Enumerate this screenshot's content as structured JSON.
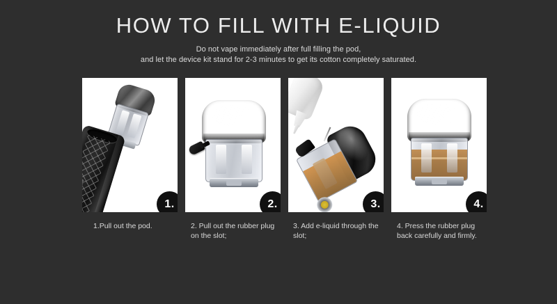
{
  "header": {
    "title": "HOW TO FILL WITH E-LIQUID",
    "subtitle_line1": "Do not vape immediately after full filling the pod,",
    "subtitle_line2": "and let the device kit stand for 2-3 minutes to get its cotton completely saturated."
  },
  "colors": {
    "background": "#2e2e2e",
    "panel_background": "#ffffff",
    "title_text": "#ededed",
    "caption_text": "#d9d9d9",
    "badge_background": "#111111",
    "badge_text": "#ffffff",
    "eliquid_amber": "#a5763f"
  },
  "steps": [
    {
      "badge": "1.",
      "caption": "1.Pull out the pod.",
      "illustration": "device-with-pod-separating"
    },
    {
      "badge": "2.",
      "caption_line1": "2. Pull out the rubber plug",
      "caption_line2": "on the slot;",
      "illustration": "pod-with-rubber-plug-removed"
    },
    {
      "badge": "3.",
      "caption_line1": "3.  Add e-liquid through the",
      "caption_line2": "slot;",
      "illustration": "dropper-bottle-filling-pod"
    },
    {
      "badge": "4.",
      "caption_line1": "4. Press the rubber plug",
      "caption_line2": "back carefully and firmly.",
      "illustration": "filled-pod-sealed"
    }
  ]
}
